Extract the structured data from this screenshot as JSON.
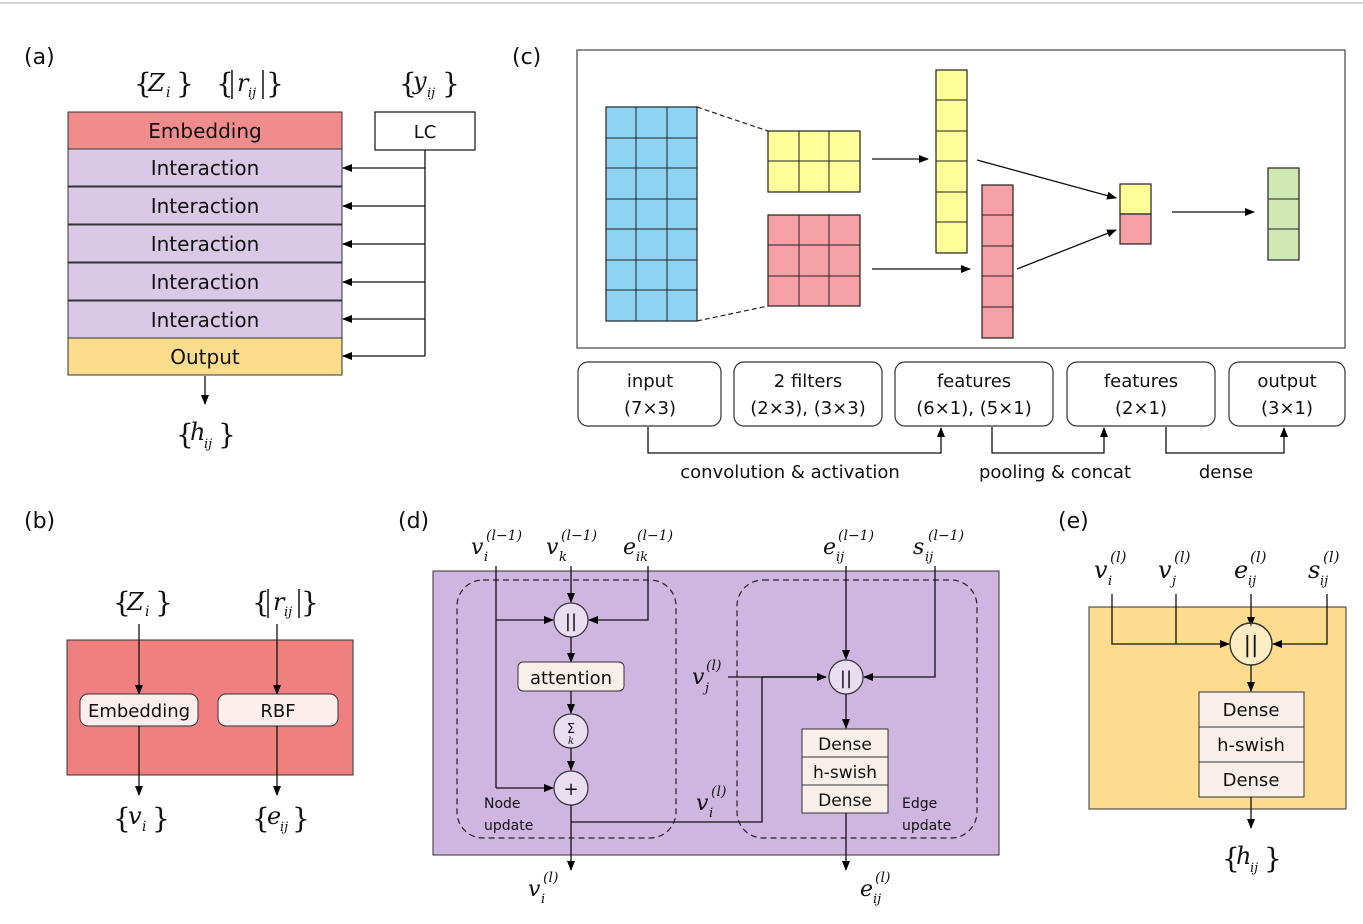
{
  "panels": {
    "a": {
      "label": "(a)",
      "inputs": {
        "z": "Z",
        "z_sub": "i",
        "r": "r",
        "r_sub": "ij",
        "y": "y",
        "y_sub": "ij"
      },
      "lc": "LC",
      "embedding": "Embedding",
      "interaction": "Interaction",
      "output": "Output",
      "result": {
        "sym": "h",
        "sub": "ij"
      }
    },
    "b": {
      "label": "(b)",
      "inputs": {
        "z": "Z",
        "z_sub": "i",
        "r": "r",
        "r_sub": "ij"
      },
      "embedding": "Embedding",
      "rbf": "RBF",
      "out_v": {
        "sym": "v",
        "sub": "i"
      },
      "out_e": {
        "sym": "e",
        "sub": "ij"
      }
    },
    "c": {
      "label": "(c)",
      "boxes": [
        {
          "line1": "input",
          "line2": "(7×3)"
        },
        {
          "line1": "2 filters",
          "line2": "(2×3), (3×3)"
        },
        {
          "line1": "features",
          "line2": "(6×1), (5×1)"
        },
        {
          "line1": "features",
          "line2": "(2×1)"
        },
        {
          "line1": "output",
          "line2": "(3×1)"
        }
      ],
      "steps": [
        "convolution & activation",
        "pooling & concat",
        "dense"
      ],
      "colors": {
        "input": "#8fd3f4",
        "filter1": "#ffff99",
        "filter2": "#f4a0a4",
        "output": "#cfe8b4"
      }
    },
    "d": {
      "label": "(d)",
      "inputs": [
        {
          "sym": "v",
          "sub": "i",
          "sup": "(l−1)"
        },
        {
          "sym": "v",
          "sub": "k",
          "sup": "(l−1)"
        },
        {
          "sym": "e",
          "sub": "ik",
          "sup": "(l−1)"
        },
        {
          "sym": "e",
          "sub": "ij",
          "sup": "(l−1)"
        },
        {
          "sym": "s",
          "sub": "ij",
          "sup": "(l−1)"
        }
      ],
      "concat": "||",
      "attention": "attention",
      "sum_sym": "Σ",
      "sum_sub": "k",
      "plus": "+",
      "node_update": [
        "Node",
        "update"
      ],
      "edge_update": [
        "Edge",
        "update"
      ],
      "vj": {
        "sym": "v",
        "sub": "j",
        "sup": "(l)"
      },
      "vi_mid": {
        "sym": "v",
        "sub": "i",
        "sup": "(l)"
      },
      "dense": "Dense",
      "hswish": "h-swish",
      "out_v": {
        "sym": "v",
        "sub": "i",
        "sup": "(l)"
      },
      "out_e": {
        "sym": "e",
        "sub": "ij",
        "sup": "(l)"
      }
    },
    "e": {
      "label": "(e)",
      "inputs": [
        {
          "sym": "v",
          "sub": "i",
          "sup": "(l)"
        },
        {
          "sym": "v",
          "sub": "j",
          "sup": "(l)"
        },
        {
          "sym": "e",
          "sub": "ij",
          "sup": "(l)"
        },
        {
          "sym": "s",
          "sub": "ij",
          "sup": "(l)"
        }
      ],
      "concat": "||",
      "dense": "Dense",
      "hswish": "h-swish",
      "result": {
        "sym": "h",
        "sub": "ij"
      }
    }
  },
  "colors": {
    "embedding_red": "#f08c8c",
    "interaction_purple": "#d9c9e6",
    "output_yellow": "#fbdc8c",
    "panel_b_bg": "#f08080",
    "panel_d_bg": "#cfb6e0",
    "panel_e_bg": "#fddc90",
    "box_fill": "#fdeeee",
    "dense_fill": "#f7efe8"
  }
}
